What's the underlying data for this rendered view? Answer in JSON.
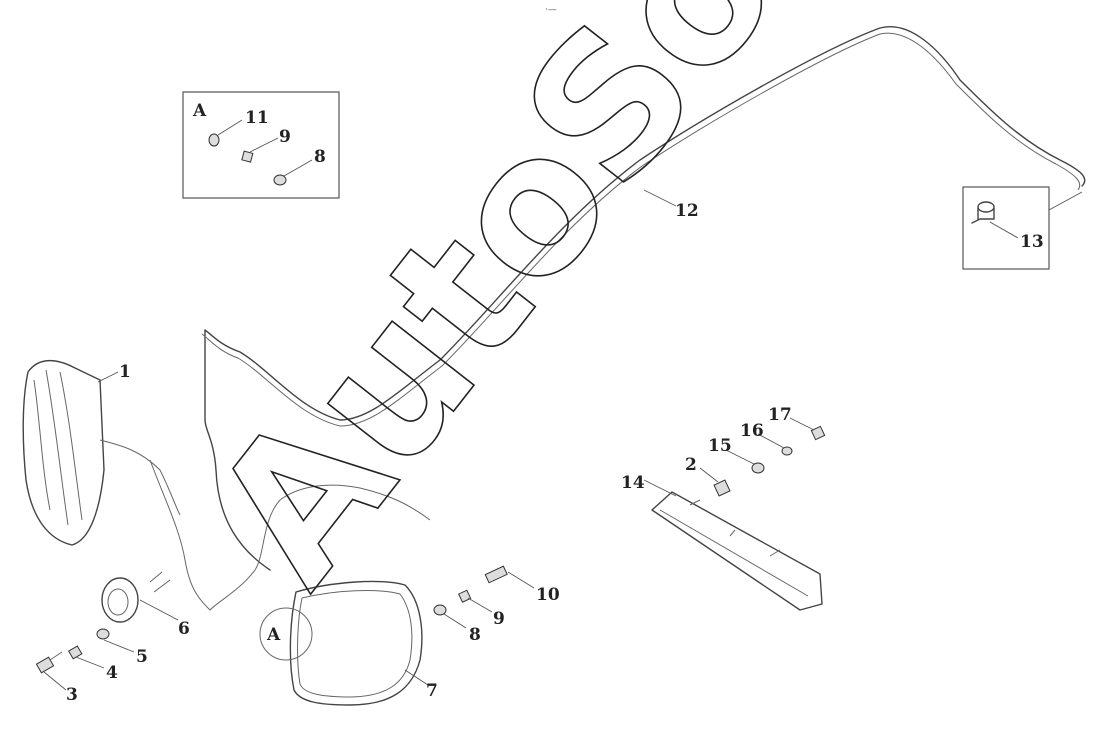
{
  "header_mark": "·—",
  "watermark": "AutoSoft",
  "detail_a": {
    "label": "A",
    "callouts": [
      "11",
      "9",
      "8"
    ]
  },
  "detail_13": {
    "callouts": [
      "13"
    ]
  },
  "view_marker": "A",
  "callouts": {
    "c1": "1",
    "c2": "2",
    "c3": "3",
    "c4": "4",
    "c5": "5",
    "c6": "6",
    "c7": "7",
    "c8": "8",
    "c9": "9",
    "c10": "10",
    "c12": "12",
    "c14": "14",
    "c15": "15",
    "c16": "16",
    "c17": "17"
  }
}
